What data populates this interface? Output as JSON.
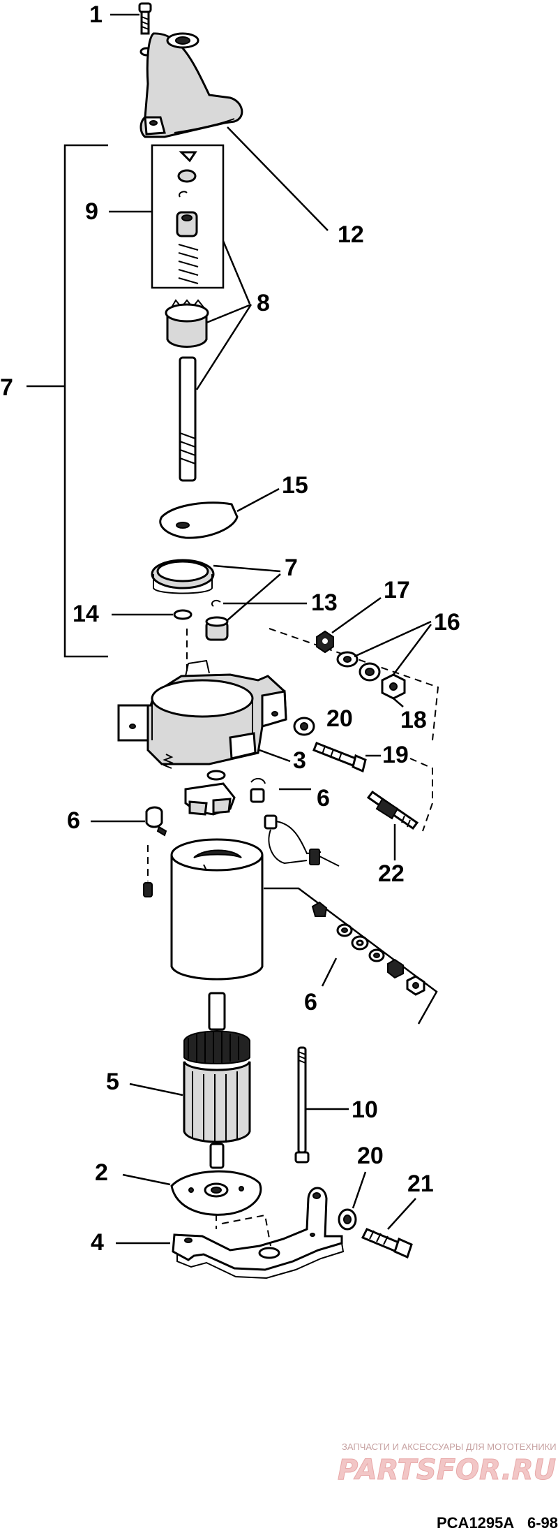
{
  "callouts": {
    "c1": "1",
    "c12": "12",
    "c9": "9",
    "c8": "8",
    "c7a": "7",
    "c15": "15",
    "c7b": "7",
    "c13": "13",
    "c14": "14",
    "c17": "17",
    "c16": "16",
    "c18": "18",
    "c20a": "20",
    "c19": "19",
    "c3": "3",
    "c6a": "6",
    "c6b": "6",
    "c22": "22",
    "c6c": "6",
    "c5": "5",
    "c10": "10",
    "c2": "2",
    "c20b": "20",
    "c21": "21",
    "c4": "4"
  },
  "watermark": {
    "caption": "ЗАПЧАСТИ И АКСЕССУАРЫ ДЛЯ МОТОТЕХНИКИ",
    "logo": "PARTSFOR.RU"
  },
  "figure": {
    "code": "PCA1295A",
    "date": "6-98"
  }
}
